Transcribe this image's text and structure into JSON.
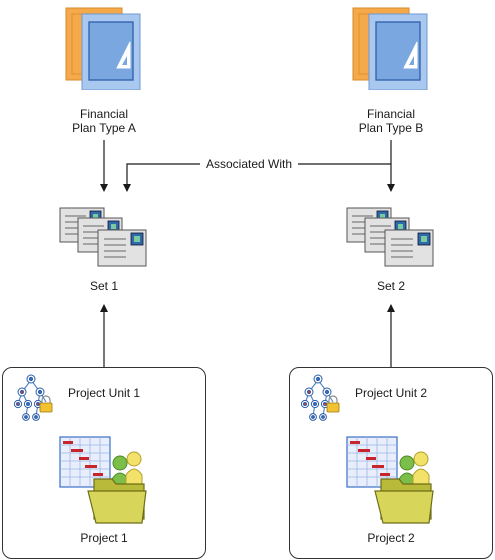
{
  "diagram": {
    "plan_type_a": {
      "line1": "Financial",
      "line2": "Plan Type A",
      "icon": "financial-plan-icon"
    },
    "plan_type_b": {
      "line1": "Financial",
      "line2": "Plan Type B",
      "icon": "financial-plan-icon"
    },
    "association_label": "Associated With",
    "set_1": {
      "label": "Set 1",
      "icon": "document-set-icon"
    },
    "set_2": {
      "label": "Set 2",
      "icon": "document-set-icon"
    },
    "box_1": {
      "unit_label": "Project Unit 1",
      "unit_icon": "org-hierarchy-icon",
      "project_label": "Project 1",
      "project_icon": "project-folder-icon"
    },
    "box_2": {
      "unit_label": "Project Unit 2",
      "unit_icon": "org-hierarchy-icon",
      "project_label": "Project 2",
      "project_icon": "project-folder-icon"
    },
    "colors": {
      "plan_back": "#f4a94a",
      "plan_front": "#a9c8ef",
      "plan_inner": "#7aa7e0",
      "doc_fill": "#e2e2e2",
      "arrow": "#1a1a1a"
    }
  }
}
